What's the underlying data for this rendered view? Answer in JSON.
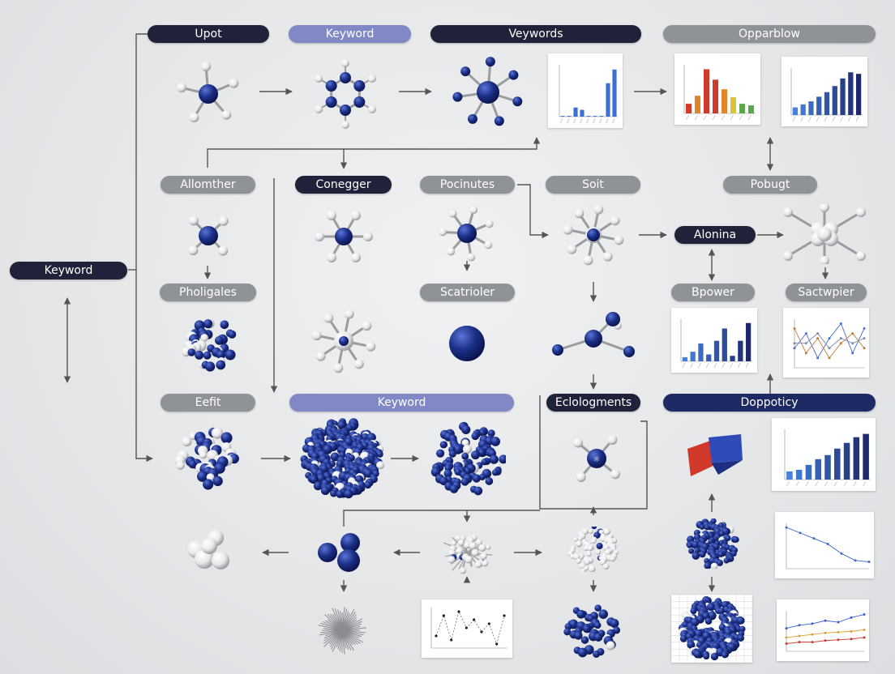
{
  "labels": {
    "upot": "Upot",
    "keyword_top": "Keyword",
    "veywords": "Veywords",
    "opparblow": "Opparblow",
    "keyword_left": "Keyword",
    "allomther": "Allomther",
    "conegger": "Conegger",
    "pocinutes": "Pocinutes",
    "soit": "Soit",
    "pobugt": "Pobugt",
    "alonina": "Alonina",
    "pholigales": "Pholigales",
    "scatrioler": "Scatrioler",
    "bpower": "Bpower",
    "sactwpier": "Sactwpier",
    "eefit": "Eefit",
    "keyword_mid": "Keyword",
    "eclologments": "Eclologments",
    "doppoticy": "Doppoticy"
  },
  "colors": {
    "navy_atom": "#1b2f86",
    "white_atom": "#e8e8ea",
    "bond": "#9a9ca0",
    "pill_dark": "#1f2238",
    "pill_grey": "#8f9297",
    "pill_lavender": "#8088c6",
    "pill_navy": "#1e2a63",
    "bar_blue": "#3b6fd6",
    "bar_red": "#d03a2c",
    "bar_orange": "#e0862a",
    "bar_yellow": "#d8c23a",
    "bar_green": "#5aa84a"
  },
  "chart_data": [
    {
      "type": "bar",
      "title": "",
      "values": [
        1,
        1,
        12,
        9,
        1,
        1,
        1,
        44,
        62
      ],
      "colors": [
        "#3b6fd6"
      ]
    },
    {
      "type": "bar",
      "title": "",
      "values": [
        12,
        22,
        55,
        42,
        30,
        20,
        12,
        10
      ],
      "colors": [
        "#d03a2c",
        "#e0862a",
        "#d03a2c",
        "#d03a2c",
        "#e0862a",
        "#d8c23a",
        "#5aa84a",
        "#5aa84a"
      ]
    },
    {
      "type": "bar",
      "title": "",
      "values": [
        10,
        14,
        18,
        24,
        30,
        38,
        48,
        56,
        54
      ]
    },
    {
      "type": "bar",
      "title": "",
      "values": [
        6,
        14,
        26,
        10,
        30,
        48,
        8,
        30,
        56
      ]
    },
    {
      "type": "line",
      "title": "",
      "series": [
        {
          "values": [
            4,
            7,
            2,
            6,
            9,
            3,
            8
          ]
        },
        {
          "values": [
            8,
            3,
            6,
            2,
            5,
            7,
            4
          ]
        },
        {
          "values": [
            5,
            5,
            7,
            4,
            6,
            5,
            6
          ]
        }
      ]
    },
    {
      "type": "bar",
      "title": "",
      "values": [
        10,
        12,
        18,
        25,
        30,
        38,
        45,
        52,
        56
      ]
    },
    {
      "type": "line",
      "title": "",
      "series": [
        {
          "values": [
            60,
            52,
            44,
            36,
            22,
            12,
            10
          ]
        }
      ]
    },
    {
      "type": "line",
      "title": "",
      "series": [
        {
          "values": [
            30,
            34,
            36,
            40,
            38,
            44,
            48
          ]
        },
        {
          "values": [
            18,
            20,
            22,
            24,
            25,
            26,
            28
          ]
        },
        {
          "values": [
            10,
            12,
            12,
            14,
            15,
            16,
            18
          ]
        }
      ]
    },
    {
      "type": "scatter",
      "title": "",
      "series": [
        {
          "values": [
            3,
            8,
            2,
            9,
            5,
            7,
            4,
            6,
            1,
            8
          ]
        }
      ]
    }
  ]
}
